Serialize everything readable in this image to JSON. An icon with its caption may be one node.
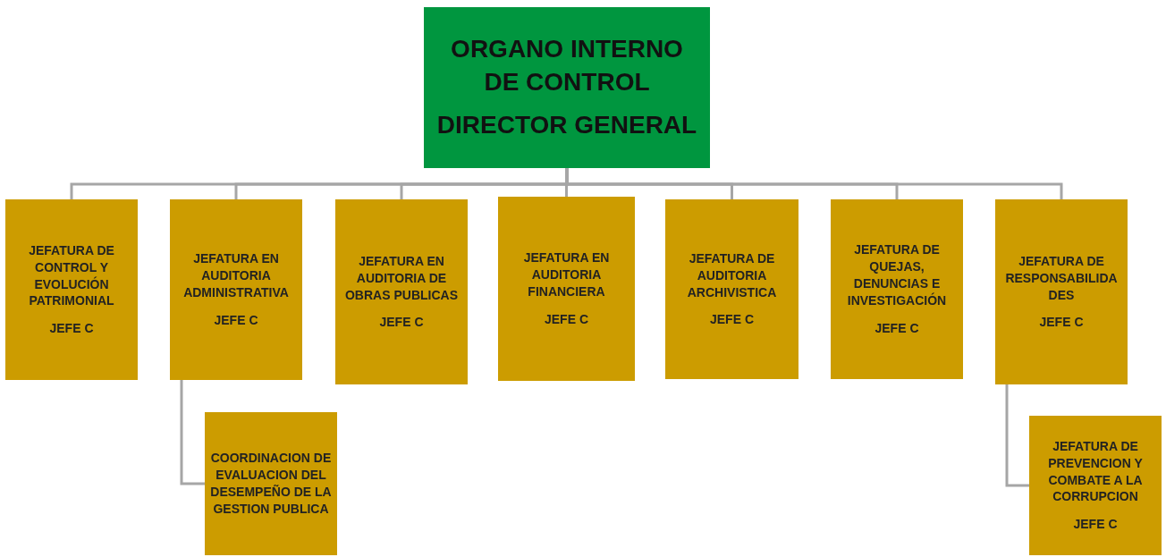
{
  "diagram": {
    "nodes": [
      {
        "text": [
          "ORGANO INTERNO DE CONTROL",
          "DIRECTOR GENERAL"
        ]
      },
      {
        "text": [
          "JEFATURA DE CONTROL Y EVOLUCIÓN PATRIMONIAL",
          "JEFE C"
        ]
      },
      {
        "text": [
          "JEFATURA EN AUDITORIA ADMINISTRATIVA",
          "JEFE C"
        ]
      },
      {
        "text": [
          "JEFATURA EN AUDITORIA DE OBRAS PUBLICAS",
          "JEFE C"
        ]
      },
      {
        "text": [
          "JEFATURA EN AUDITORIA FINANCIERA",
          "JEFE C"
        ]
      },
      {
        "text": [
          "JEFATURA DE AUDITORIA ARCHIVISTICA",
          "JEFE C"
        ]
      },
      {
        "text": [
          "JEFATURA DE QUEJAS, DENUNCIAS E INVESTIGACIÓN",
          "JEFE C"
        ]
      },
      {
        "text": [
          "JEFATURA DE RESPONSABILIDA DES",
          "JEFE C"
        ]
      },
      {
        "text": [
          "COORDINACION DE EVALUACION DEL DESEMPEÑO DE LA GESTION PUBLICA"
        ]
      },
      {
        "text": [
          "JEFATURA DE PREVENCION Y COMBATE A LA CORRUPCION",
          "JEFE C"
        ]
      }
    ],
    "edges": [
      {
        "from": 0,
        "to": 1,
        "arrow": "none"
      },
      {
        "from": 0,
        "to": 2,
        "arrow": "none"
      },
      {
        "from": 0,
        "to": 3,
        "arrow": "none"
      },
      {
        "from": 0,
        "to": 4,
        "arrow": "none"
      },
      {
        "from": 0,
        "to": 5,
        "arrow": "none"
      },
      {
        "from": 0,
        "to": 6,
        "arrow": "none"
      },
      {
        "from": 0,
        "to": 7,
        "arrow": "none"
      },
      {
        "from": 2,
        "to": 8,
        "arrow": "none"
      },
      {
        "from": 7,
        "to": 9,
        "arrow": "none"
      }
    ]
  }
}
